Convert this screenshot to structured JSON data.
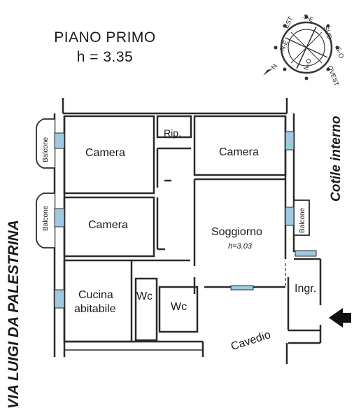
{
  "header": {
    "title": "PIANO PRIMO",
    "height": "h = 3.35"
  },
  "street": {
    "name": "VIA LUIGI DA PALESTRINA"
  },
  "courtyard": {
    "name": "Cotile interno"
  },
  "rooms": {
    "camera_1": "Camera",
    "camera_2": "Camera",
    "camera_3": "Camera",
    "ripostiglio": "Rip.",
    "soggiorno": "Soggiorno",
    "soggiorno_height": "h=3.03",
    "cucina_line1": "Cucina",
    "cucina_line2": "abitabile",
    "wc_1": "Wc",
    "wc_2": "Wc",
    "ingresso": "Ingr.",
    "cavedio": "Cavedio"
  },
  "balconies": {
    "left_top": "Balcone",
    "left_mid": "Balcone",
    "right": "Balcone"
  },
  "compass": {
    "north": "N",
    "north_east": "N-E",
    "east": "EST",
    "south_east": "S-E",
    "south": "SUD",
    "south_west": "S-O",
    "west": "OVEST",
    "north_west": "N-O"
  },
  "colors": {
    "wall": "#2a2a2a",
    "window": "#9ec9e0",
    "background": "#ffffff"
  }
}
